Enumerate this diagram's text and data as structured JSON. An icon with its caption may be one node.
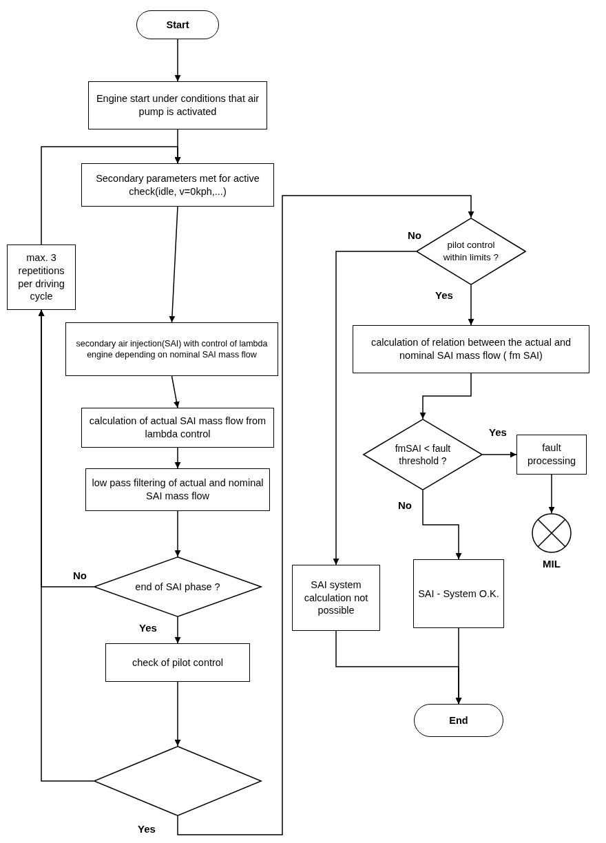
{
  "diagram": {
    "nodes": [
      {
        "text": [
          "Start"
        ]
      },
      {
        "text": [
          "Engine start under conditions that air pump is activated"
        ]
      },
      {
        "text": [
          "Secondary parameters met for active check(idle, v=0kph,...)"
        ]
      },
      {
        "text": [
          "max. 3 repetitions per driving cycle"
        ]
      },
      {
        "text": [
          "secondary air injection(SAI) with control of lambda engine depending on nominal SAI mass flow"
        ]
      },
      {
        "text": [
          "calculation of actual SAI mass flow from lambda control"
        ]
      },
      {
        "text": [
          "low pass filtering of actual and nominal SAI mass flow"
        ]
      },
      {
        "text": [
          "end of SAI phase ?"
        ]
      },
      {
        "text": [
          "check of pilot control"
        ]
      },
      {
        "text": [],
        "shape": "diamond"
      },
      {
        "text": [
          "pilot control within limits ?"
        ]
      },
      {
        "text": [
          "calculation of relation between the actual and nominal SAI mass flow ( fm SAI)"
        ]
      },
      {
        "text": [
          "fmSAI < fault threshold ?"
        ]
      },
      {
        "text": [
          "fault processing"
        ]
      },
      {
        "text": [],
        "shape": "circle",
        "beside": [
          "MIL"
        ]
      },
      {
        "text": [
          "SAI system calculation not possible"
        ]
      },
      {
        "text": [
          "SAI - System O.K."
        ]
      },
      {
        "text": [
          "End"
        ]
      }
    ],
    "edges": [
      {
        "from": 0,
        "to": 1,
        "arrow": "to"
      },
      {
        "from": 1,
        "to": 2,
        "arrow": "to"
      },
      {
        "from": 2,
        "to": 4,
        "arrow": "to"
      },
      {
        "from": 4,
        "to": 5,
        "arrow": "to"
      },
      {
        "from": 5,
        "to": 6,
        "arrow": "to"
      },
      {
        "from": 6,
        "to": 7,
        "arrow": "to"
      },
      {
        "from": 7,
        "to": 3,
        "arrow": "to",
        "label": "No"
      },
      {
        "from": 9,
        "to": 3,
        "arrow": "to"
      },
      {
        "from": 3,
        "to": 2,
        "arrow": "to"
      },
      {
        "from": 7,
        "to": 8,
        "arrow": "to",
        "label": "Yes"
      },
      {
        "from": 8,
        "to": 9,
        "arrow": "to"
      },
      {
        "from": 9,
        "to": 10,
        "arrow": "to",
        "label": "Yes"
      },
      {
        "from": 10,
        "to": 15,
        "arrow": "to",
        "label": "No"
      },
      {
        "from": 10,
        "to": 11,
        "arrow": "to",
        "label": "Yes"
      },
      {
        "from": 11,
        "to": 12,
        "arrow": "to"
      },
      {
        "from": 12,
        "to": 13,
        "arrow": "to",
        "label": "Yes"
      },
      {
        "from": 13,
        "to": 14,
        "arrow": "to"
      },
      {
        "from": 12,
        "to": 16,
        "arrow": "to",
        "label": "No"
      },
      {
        "from": 15,
        "to": 17,
        "arrow": "to"
      },
      {
        "from": 16,
        "to": 17,
        "arrow": "to"
      }
    ]
  }
}
